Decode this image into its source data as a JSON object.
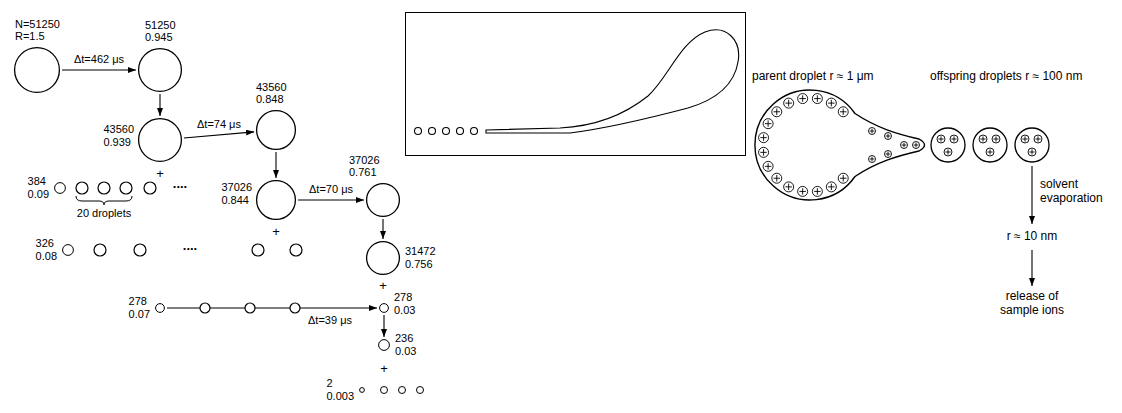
{
  "diagram": {
    "nodes": [
      {
        "text": [
          "N=51250 R=1.5"
        ]
      },
      {
        "text": [
          "51250 0.945"
        ]
      },
      {
        "text": [
          "43560 0.939"
        ]
      },
      {
        "text": [
          "384 0.09"
        ]
      },
      {
        "text": [
          "43560 0.848"
        ]
      },
      {
        "text": [
          "37026 0.844"
        ]
      },
      {
        "text": [
          "326 0.08"
        ]
      },
      {
        "text": [
          "37026 0.761"
        ]
      },
      {
        "text": [
          "31472 0.756"
        ]
      },
      {
        "text": [
          "278 0.07"
        ]
      },
      {
        "text": [
          "278 0.03"
        ]
      },
      {
        "text": [
          "236 0.03"
        ]
      },
      {
        "text": [
          "2 0.003"
        ]
      },
      {
        "text": [
          "parent droplet r ≈ 1 μm"
        ]
      },
      {
        "text": [
          "offspring droplets r ≈ 100 nm"
        ]
      }
    ],
    "edges": [
      {
        "from": 0,
        "to": 1,
        "arrow": "to",
        "label": "Δt=462 μs"
      },
      {
        "from": 1,
        "to": 2,
        "arrow": "to"
      },
      {
        "from": 2,
        "to": 4,
        "arrow": "to",
        "label": "Δt=74 μs"
      },
      {
        "from": 4,
        "to": 5,
        "arrow": "to"
      },
      {
        "from": 5,
        "to": 7,
        "arrow": "to",
        "label": "Δt=70 μs"
      },
      {
        "from": 7,
        "to": 8,
        "arrow": "to"
      },
      {
        "from": 9,
        "to": 10,
        "arrow": "to",
        "label": "Δt=39 μs"
      },
      {
        "from": 10,
        "to": 11,
        "arrow": "to"
      }
    ],
    "labels": [
      "+",
      "....",
      "20 droplets",
      "+",
      "....",
      "+",
      "+",
      "solvent evaporation",
      "r ≈ 10 nm",
      "release of sample ions"
    ]
  }
}
